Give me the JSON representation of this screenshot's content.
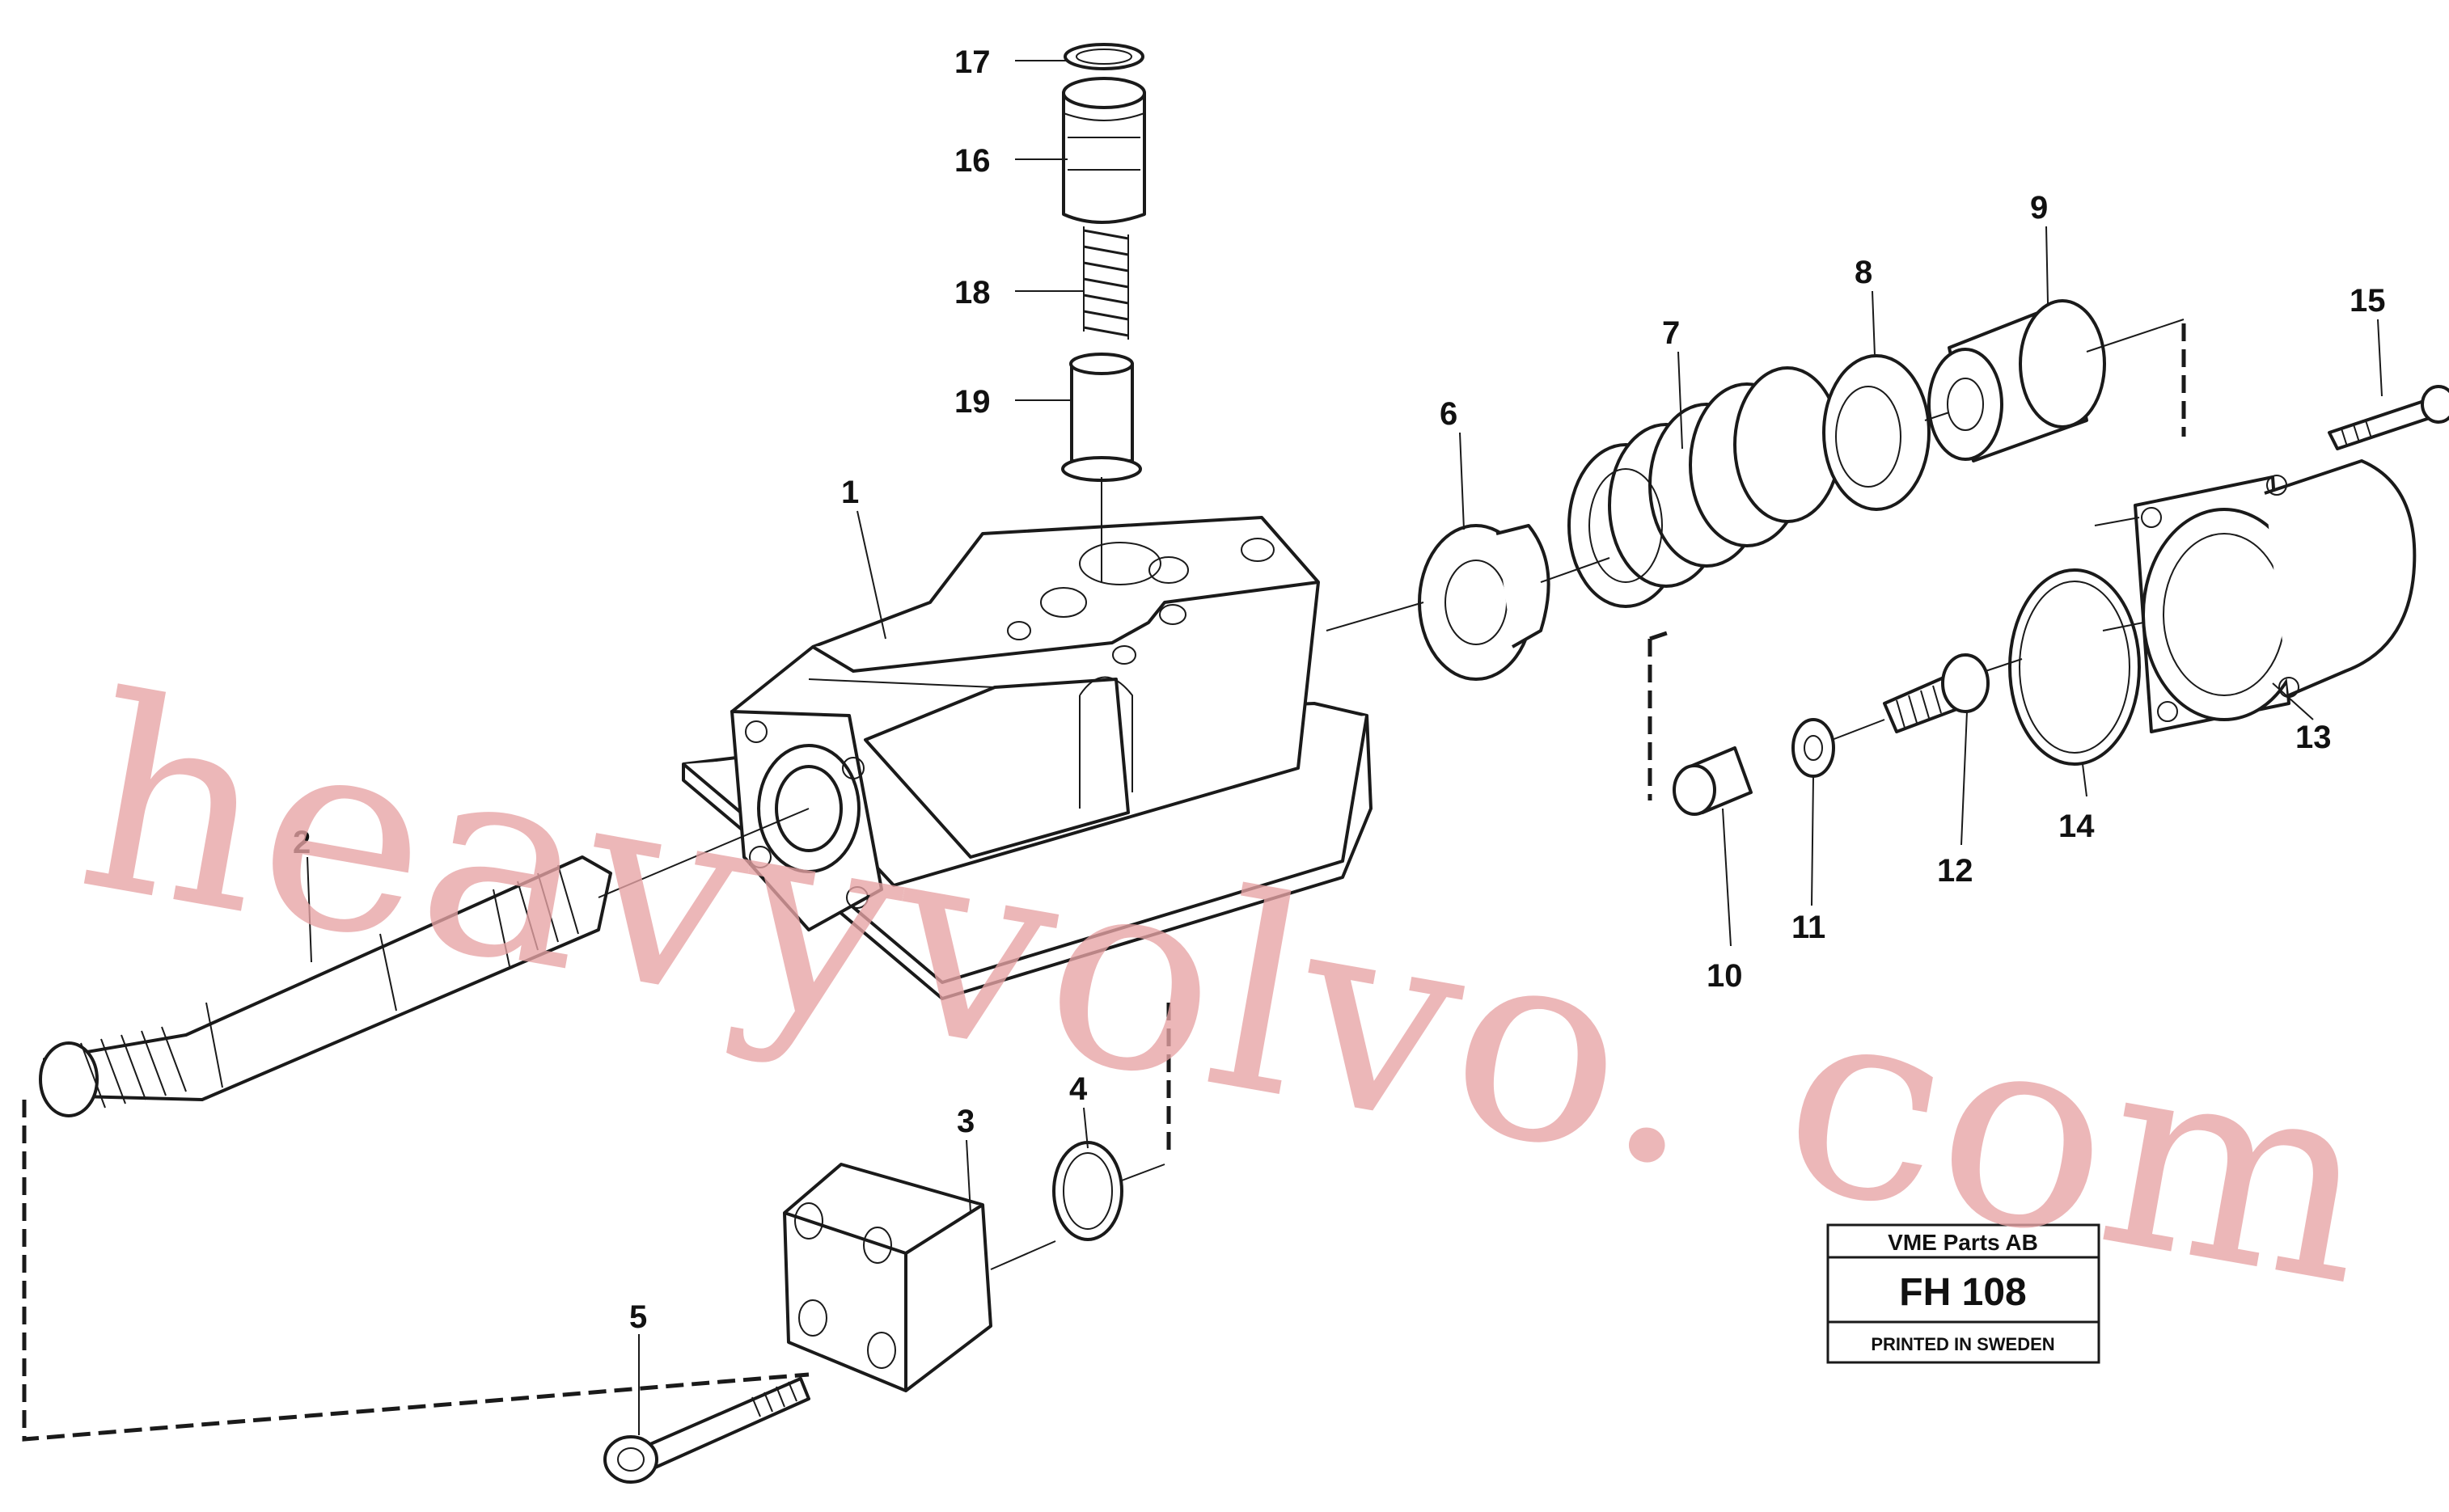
{
  "watermark": "heavyvolvo. com",
  "title_block": {
    "company": "VME Parts AB",
    "code": "FH 108",
    "printed": "PRINTED IN SWEDEN"
  },
  "callouts": {
    "p1": "1",
    "p2": "2",
    "p3": "3",
    "p4": "4",
    "p5": "5",
    "p6": "6",
    "p7": "7",
    "p8": "8",
    "p9": "9",
    "p10": "10",
    "p11": "11",
    "p12": "12",
    "p13": "13",
    "p14": "14",
    "p15": "15",
    "p16": "16",
    "p17": "17",
    "p18": "18",
    "p19": "19"
  },
  "colors": {
    "linework": "#1a1a1a",
    "watermark": "#e7a3a5",
    "background": "#ffffff"
  }
}
